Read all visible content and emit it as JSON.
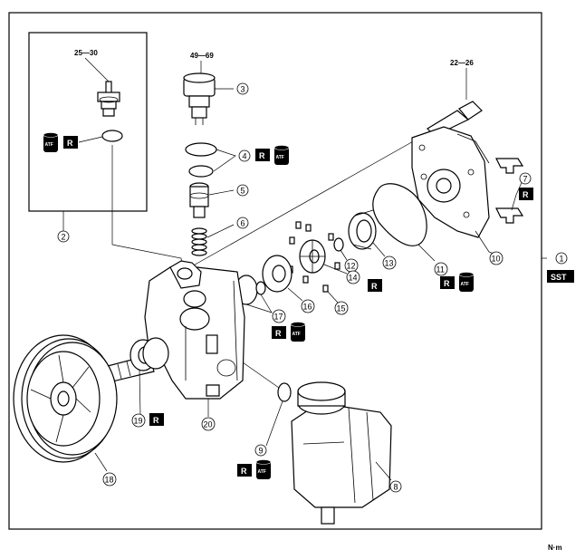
{
  "torques": {
    "inset": "25—30",
    "cap": "49—69",
    "bolt": "22—26"
  },
  "unit": "N·m",
  "badges": {
    "replace": "R",
    "fluid": "ATF",
    "special_tool": "SST"
  },
  "callouts": {
    "c1": "1",
    "c2": "2",
    "c3": "3",
    "c4": "4",
    "c5": "5",
    "c6": "6",
    "c7": "7",
    "c8": "8",
    "c9": "9",
    "c10": "10",
    "c11": "11",
    "c12": "12",
    "c13": "13",
    "c14": "14",
    "c15": "15",
    "c16": "16",
    "c17": "17",
    "c18": "18",
    "c19": "19",
    "c20": "20"
  }
}
